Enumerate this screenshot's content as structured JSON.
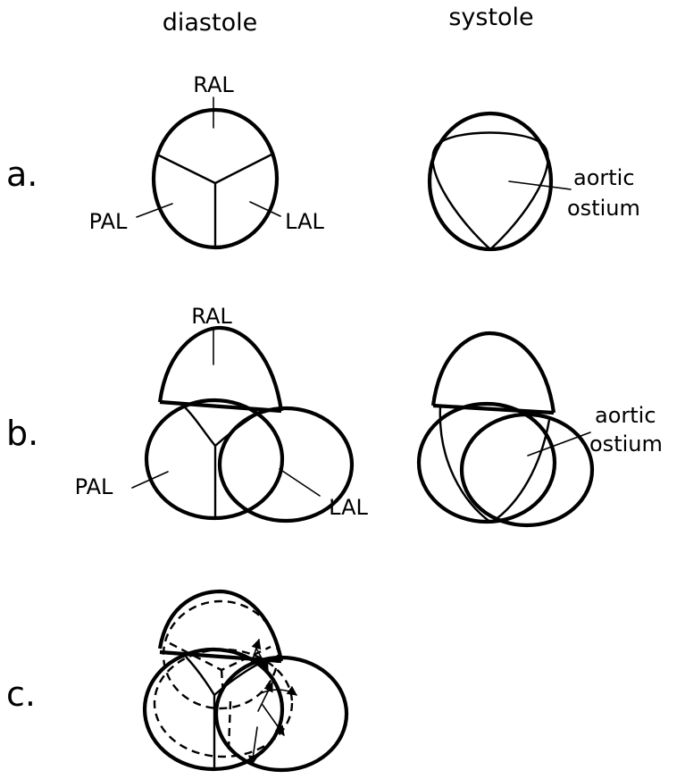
{
  "columns": {
    "left": "diastole",
    "right": "systole"
  },
  "rows": {
    "a": "a.",
    "b": "b.",
    "c": "c."
  },
  "leaflets": {
    "right": "RAL",
    "posterior": "PAL",
    "left": "LAL"
  },
  "ostium": {
    "line1": "aortic",
    "line2": "ostium"
  }
}
